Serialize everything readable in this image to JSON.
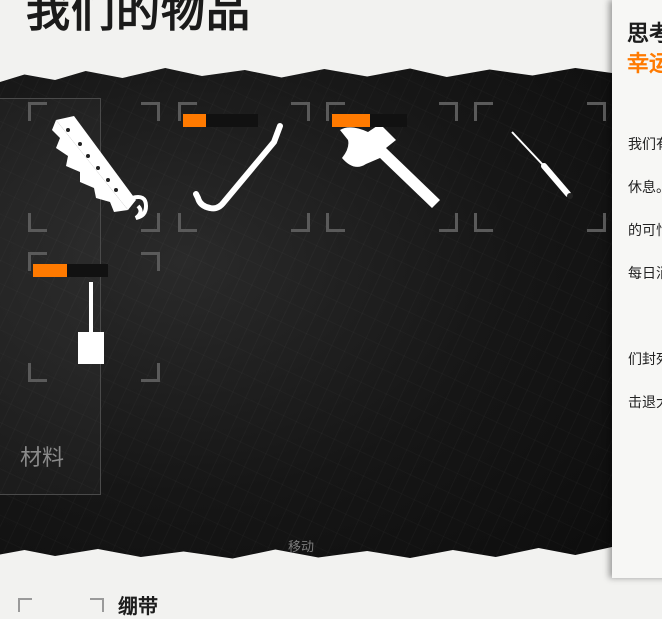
{
  "header": {
    "title": "我们的物品"
  },
  "sidebar": {
    "category_label": "材料"
  },
  "items": [
    {
      "name": "saw",
      "icon": "saw-icon",
      "durability": null
    },
    {
      "name": "crowbar",
      "icon": "crowbar-icon",
      "durability": 0.3
    },
    {
      "name": "axe",
      "icon": "axe-icon",
      "durability": 0.5
    },
    {
      "name": "lockpick",
      "icon": "lockpick-icon",
      "durability": null
    },
    {
      "name": "shovel",
      "icon": "shovel-icon",
      "durability": 0.45
    }
  ],
  "footer": {
    "hint": "移动"
  },
  "notebook": {
    "title": "思考",
    "subtitle": "幸运",
    "lines": [
      "我们有",
      "休息。",
      "的可怕",
      "每日消",
      "们封死",
      "击退大"
    ]
  },
  "bottom_item": {
    "label": "绷带"
  },
  "colors": {
    "accent": "#ff7a00",
    "board": "#161616"
  }
}
